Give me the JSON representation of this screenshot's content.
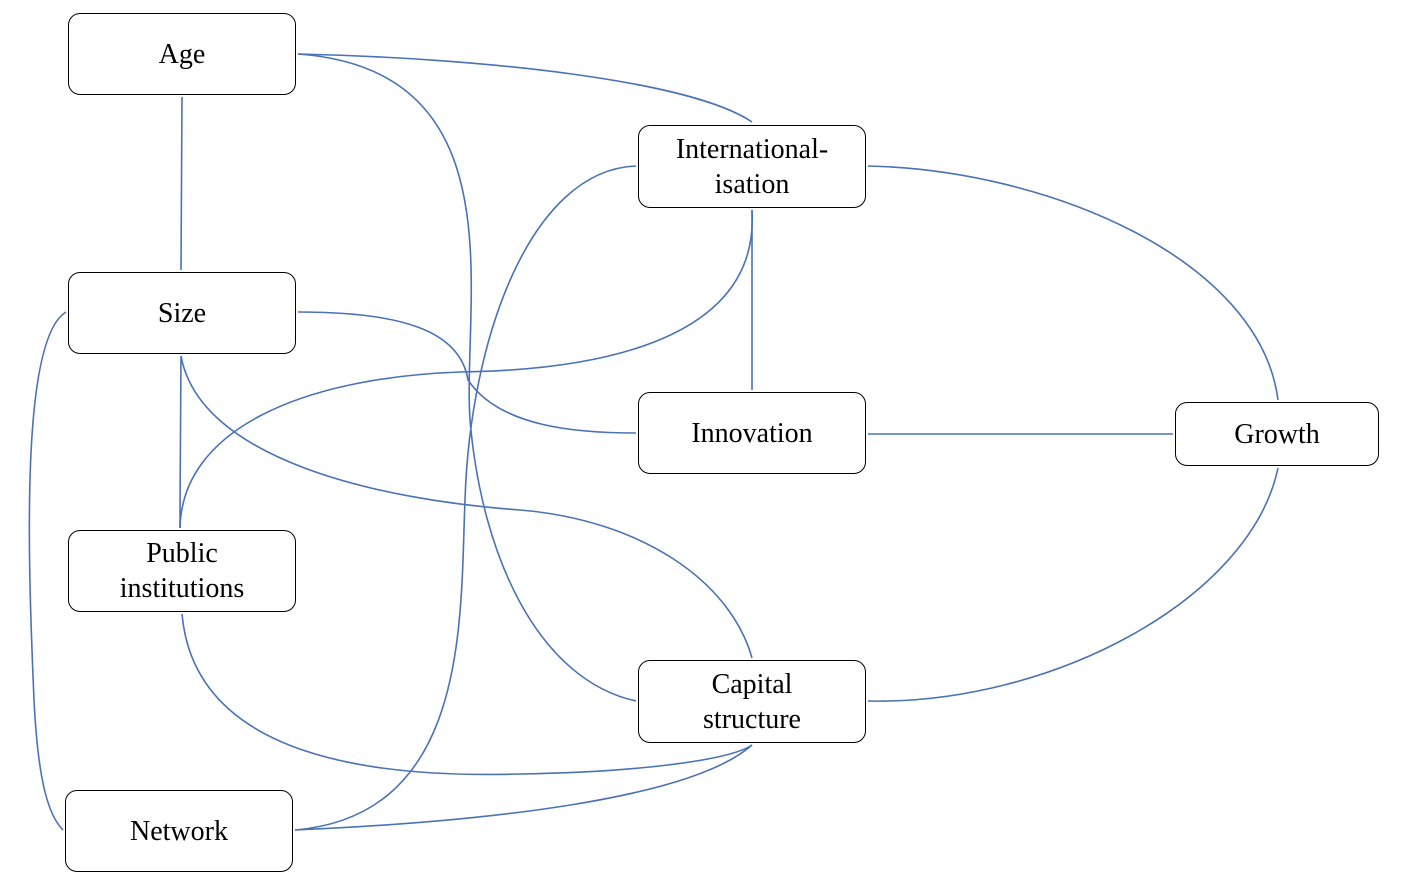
{
  "colors": {
    "edge": "#4a72b5",
    "border": "#000000",
    "text": "#000000",
    "background": "#ffffff"
  },
  "nodes": [
    {
      "id": "age",
      "label": "Age"
    },
    {
      "id": "size",
      "label": "Size"
    },
    {
      "id": "public",
      "label": "Public\ninstitutions"
    },
    {
      "id": "network",
      "label": "Network"
    },
    {
      "id": "intl",
      "label": "International-\nisation"
    },
    {
      "id": "innovation",
      "label": "Innovation"
    },
    {
      "id": "capital",
      "label": "Capital\nstructure"
    },
    {
      "id": "growth",
      "label": "Growth"
    }
  ],
  "edges": [
    {
      "from": "age",
      "to": "intl"
    },
    {
      "from": "age",
      "to": "size"
    },
    {
      "from": "age",
      "to": "capital"
    },
    {
      "from": "size",
      "to": "innovation"
    },
    {
      "from": "size",
      "to": "public"
    },
    {
      "from": "size",
      "to": "capital"
    },
    {
      "from": "size",
      "to": "network"
    },
    {
      "from": "intl",
      "to": "public"
    },
    {
      "from": "intl",
      "to": "innovation",
      "bidirectional": true
    },
    {
      "from": "intl",
      "to": "growth"
    },
    {
      "from": "innovation",
      "to": "growth"
    },
    {
      "from": "public",
      "to": "capital"
    },
    {
      "from": "network",
      "to": "intl"
    },
    {
      "from": "network",
      "to": "capital"
    },
    {
      "from": "capital",
      "to": "growth"
    }
  ]
}
